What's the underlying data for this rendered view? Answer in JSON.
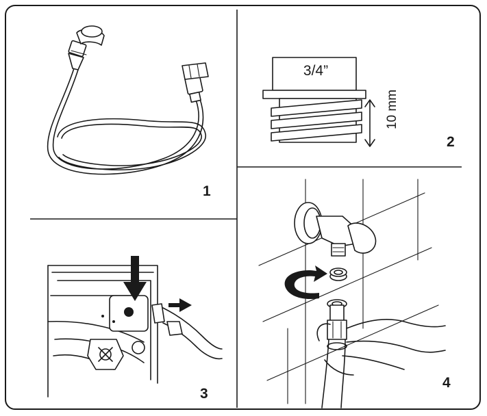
{
  "panels": [
    {
      "number": "1"
    },
    {
      "number": "2",
      "thread_size": "3/4”",
      "height_label": "10 mm"
    },
    {
      "number": "3"
    },
    {
      "number": "4"
    }
  ],
  "colors": {
    "line": "#1a1a1a",
    "background": "#ffffff"
  },
  "icons": [
    "inlet-hose-icon",
    "threaded-fitting-icon",
    "machine-inlet-icon",
    "tap-connection-icon",
    "down-arrow-icon",
    "right-arrow-icon",
    "rotation-arrow-icon"
  ]
}
